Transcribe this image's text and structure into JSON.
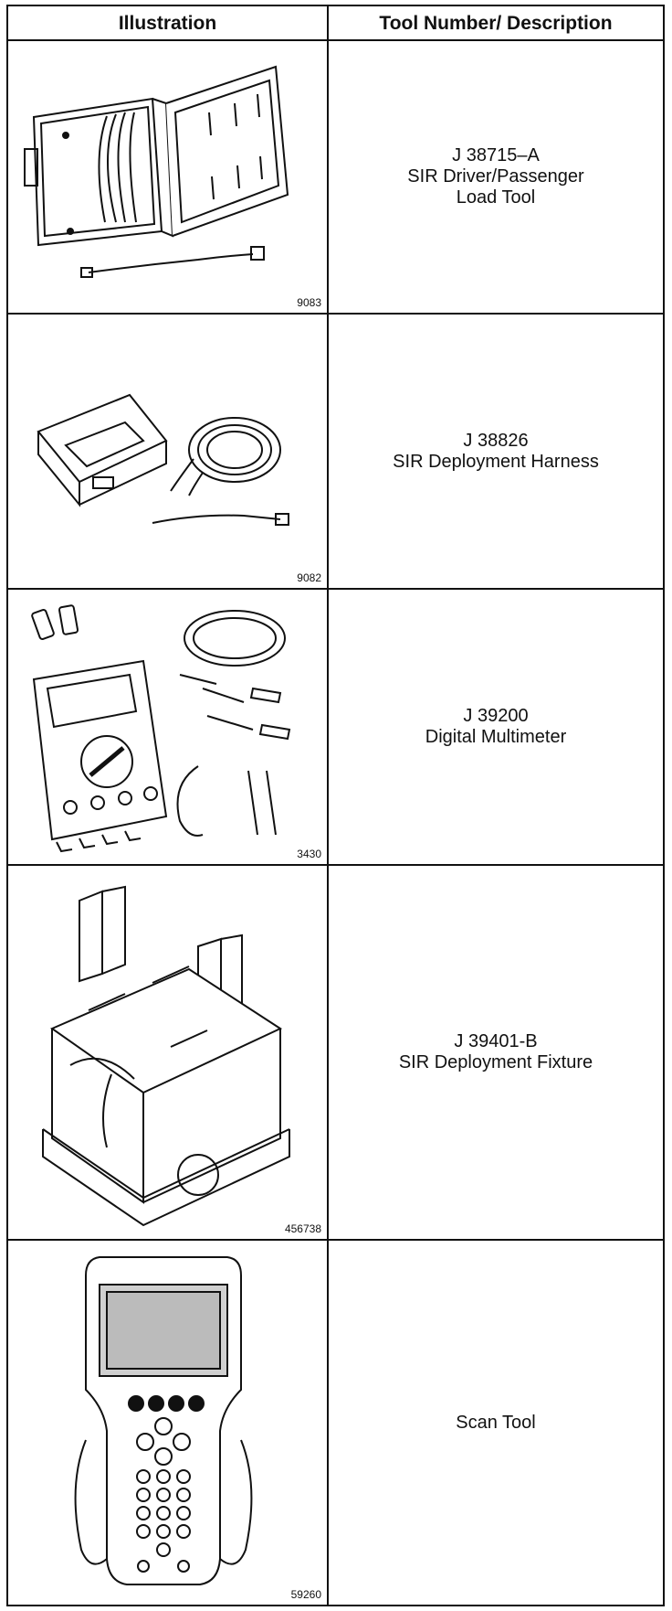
{
  "header": {
    "illustration": "Illustration",
    "description": "Tool Number/ Description"
  },
  "rows": [
    {
      "figure_number": "9083",
      "icon": "sir-load-tool-case-icon",
      "lines": [
        "J 38715–A",
        "SIR Driver/Passenger",
        "Load Tool"
      ]
    },
    {
      "figure_number": "9082",
      "icon": "deployment-harness-icon",
      "lines": [
        "J 38826",
        "SIR Deployment Harness"
      ]
    },
    {
      "figure_number": "3430",
      "icon": "digital-multimeter-icon",
      "lines": [
        "J 39200",
        "Digital Multimeter"
      ]
    },
    {
      "figure_number": "456738",
      "icon": "deployment-fixture-icon",
      "lines": [
        "J 39401-B",
        "SIR Deployment Fixture"
      ]
    },
    {
      "figure_number": "59260",
      "icon": "scan-tool-icon",
      "lines": [
        "Scan Tool"
      ]
    }
  ]
}
